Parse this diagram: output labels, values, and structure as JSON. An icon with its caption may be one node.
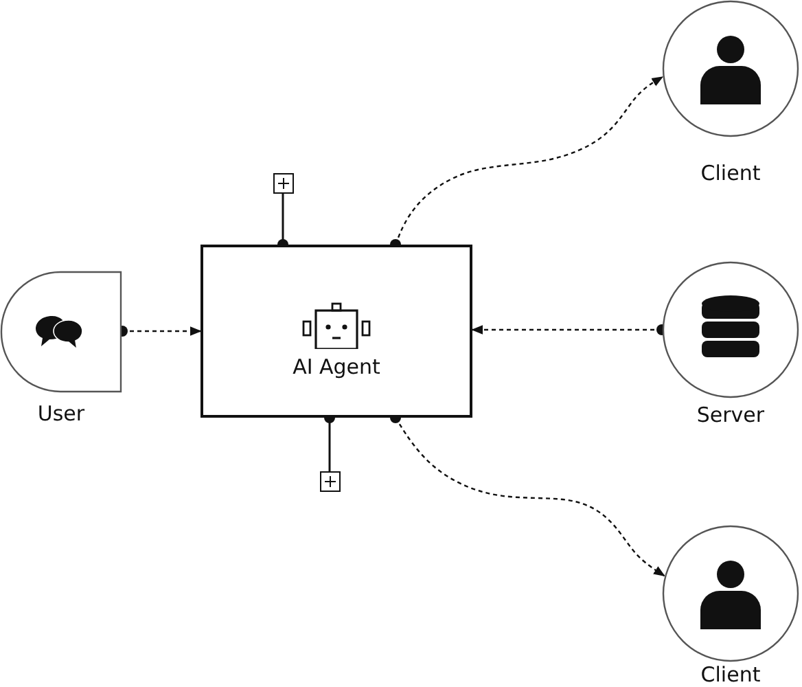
{
  "diagram": {
    "nodes": [
      {
        "text": [
          "User"
        ]
      },
      {
        "text": [
          "AI Agent"
        ]
      },
      {
        "text": [
          "Client"
        ]
      },
      {
        "text": [
          "Server"
        ]
      },
      {
        "text": [
          "Client"
        ]
      },
      {
        "text": [],
        "shape": "box"
      },
      {
        "text": [],
        "shape": "box"
      }
    ],
    "edges": [
      {
        "from": 0,
        "to": 1,
        "arrow": "to",
        "style": "dashed"
      },
      {
        "from": 1,
        "to": 2,
        "arrow": "to",
        "style": "dashed"
      },
      {
        "from": 3,
        "to": 1,
        "arrow": "to",
        "style": "dashed"
      },
      {
        "from": 1,
        "to": 4,
        "arrow": "to",
        "style": "dashed"
      },
      {
        "from": 1,
        "to": 5,
        "arrow": "other"
      },
      {
        "from": 1,
        "to": 6,
        "arrow": "other"
      }
    ]
  }
}
